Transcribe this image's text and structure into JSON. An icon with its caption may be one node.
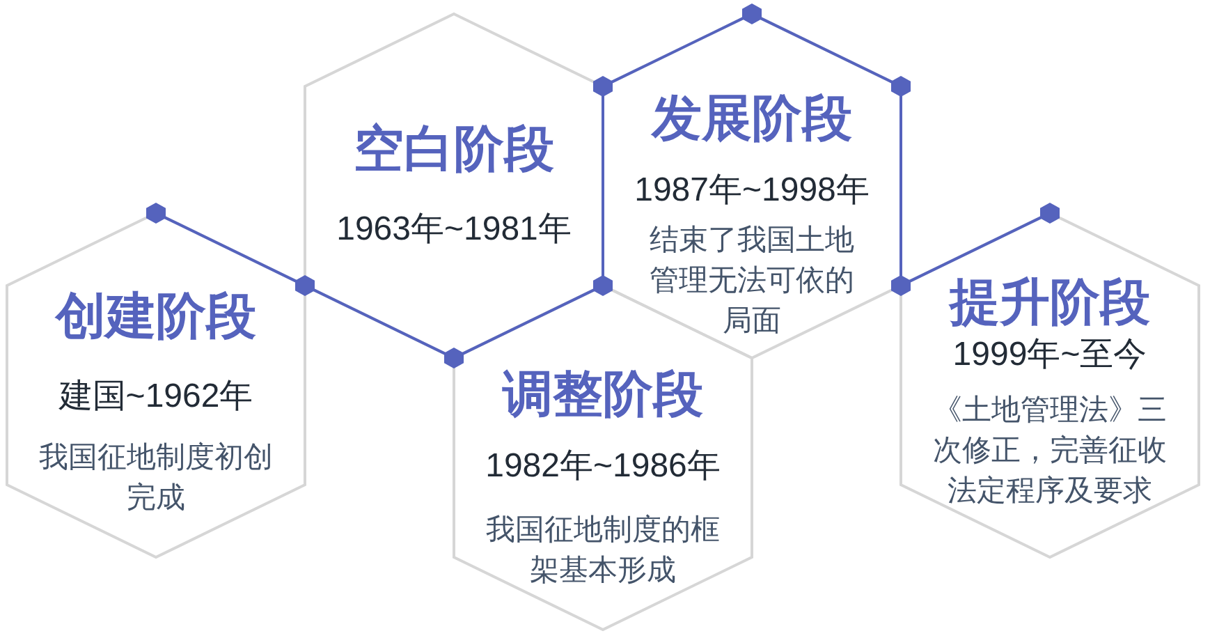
{
  "diagram": {
    "nodes": [
      {
        "text": [
          "创建阶段",
          "建国~1962年",
          "我国征地制度初创完成"
        ]
      },
      {
        "text": [
          "空白阶段",
          "1963年~1981年"
        ]
      },
      {
        "text": [
          "调整阶段",
          "1982年~1986年",
          "我国征地制度的框架基本形成"
        ]
      },
      {
        "text": [
          "发展阶段",
          "1987年~1998年",
          "结束了我国土地管理无法可依的局面"
        ]
      },
      {
        "text": [
          "提升阶段",
          "1999年~至今",
          "《土地管理法》三次修正，完善征收法定程序及要求"
        ]
      },
      {
        "text": [],
        "shape": "hexagon"
      },
      {
        "text": [],
        "shape": "hexagon"
      },
      {
        "text": [],
        "shape": "hexagon"
      },
      {
        "text": [],
        "shape": "hexagon"
      },
      {
        "text": [],
        "shape": "hexagon"
      },
      {
        "text": [],
        "shape": "hexagon"
      },
      {
        "text": [],
        "shape": "hexagon"
      },
      {
        "text": [],
        "shape": "hexagon"
      },
      {
        "text": [],
        "shape": "hexagon"
      }
    ],
    "edges": [
      {
        "from": 5,
        "to": 6,
        "arrow": "none"
      },
      {
        "from": 6,
        "to": 7,
        "arrow": "none"
      },
      {
        "from": 7,
        "to": 9,
        "arrow": "none"
      },
      {
        "from": 9,
        "to": 8,
        "arrow": "none"
      },
      {
        "from": 8,
        "to": 10,
        "arrow": "none"
      },
      {
        "from": 10,
        "to": 11,
        "arrow": "none"
      },
      {
        "from": 11,
        "to": 12,
        "arrow": "none"
      },
      {
        "from": 12,
        "to": 13,
        "arrow": "none"
      }
    ]
  }
}
